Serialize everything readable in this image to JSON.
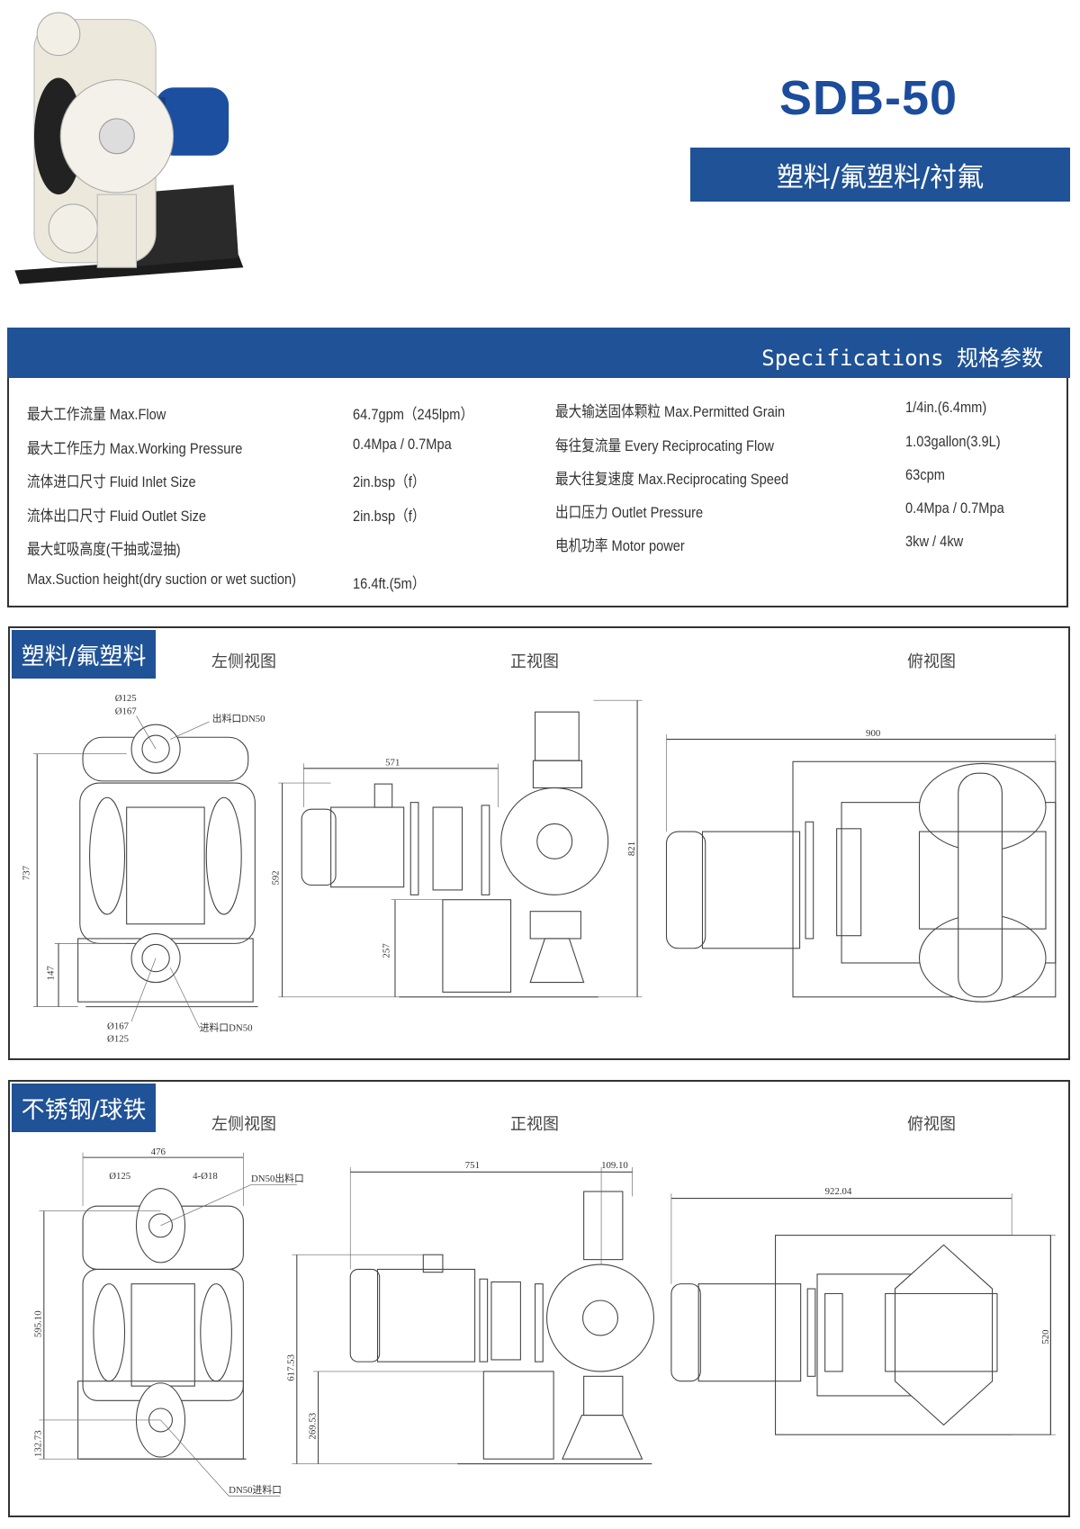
{
  "header": {
    "model": "SDB-50",
    "materials": "塑料/氟塑料/衬氟"
  },
  "specs": {
    "title": "Specifications 规格参数",
    "left": [
      {
        "label": "最大工作流量 Max.Flow",
        "value": "64.7gpm（245lpm）"
      },
      {
        "label": "最大工作压力 Max.Working Pressure",
        "value": "0.4Mpa / 0.7Mpa"
      },
      {
        "label": "流体进口尺寸 Fluid Inlet Size",
        "value": "2in.bsp（f）"
      },
      {
        "label": "流体出口尺寸 Fluid Outlet Size",
        "value": "2in.bsp（f）"
      },
      {
        "label": "最大虹吸高度(干抽或湿抽)",
        "value": ""
      },
      {
        "label": "Max.Suction height(dry suction or wet suction)",
        "value": "16.4ft.(5m）"
      }
    ],
    "right": [
      {
        "label": "最大输送固体颗粒 Max.Permitted Grain",
        "value": "1/4in.(6.4mm)"
      },
      {
        "label": "每往复流量 Every Reciprocating Flow",
        "value": "1.03gallon(3.9L)"
      },
      {
        "label": "最大往复速度 Max.Reciprocating Speed",
        "value": "63cpm"
      },
      {
        "label": "出口压力 Outlet Pressure",
        "value": "0.4Mpa / 0.7Mpa"
      },
      {
        "label": "电机功率 Motor power",
        "value": "3kw / 4kw"
      }
    ]
  },
  "sections": [
    {
      "tag": "塑料/氟塑料",
      "views": [
        "左侧视图",
        "正视图",
        "俯视图"
      ],
      "dims": {
        "outlet_d1": "Ø125",
        "outlet_d2": "Ø167",
        "outlet_label": "出料口DN50",
        "inlet_d1": "Ø167",
        "inlet_d2": "Ø125",
        "inlet_label": "进料口DN50",
        "height_total": "737",
        "height_inlet": "147",
        "front_width": "571",
        "front_height": "592",
        "front_stand": "257",
        "front_total": "821",
        "top_width": "900"
      }
    },
    {
      "tag": "不锈钢/球铁",
      "views": [
        "左侧视图",
        "正视图",
        "俯视图"
      ],
      "dims": {
        "width": "476",
        "flange_d": "Ø125",
        "bolts": "4-Ø18",
        "outlet_label": "DN50出料口",
        "height_outlet": "595.10",
        "height_inlet": "132.73",
        "inlet_label": "DN50进料口",
        "front_width": "751",
        "front_offset": "109.10",
        "front_height": "617.53",
        "front_stand": "269.53",
        "top_width": "922.04",
        "top_depth": "520"
      }
    }
  ],
  "colors": {
    "brand_blue": "#1f5296",
    "title_blue": "#1c4c9c"
  }
}
